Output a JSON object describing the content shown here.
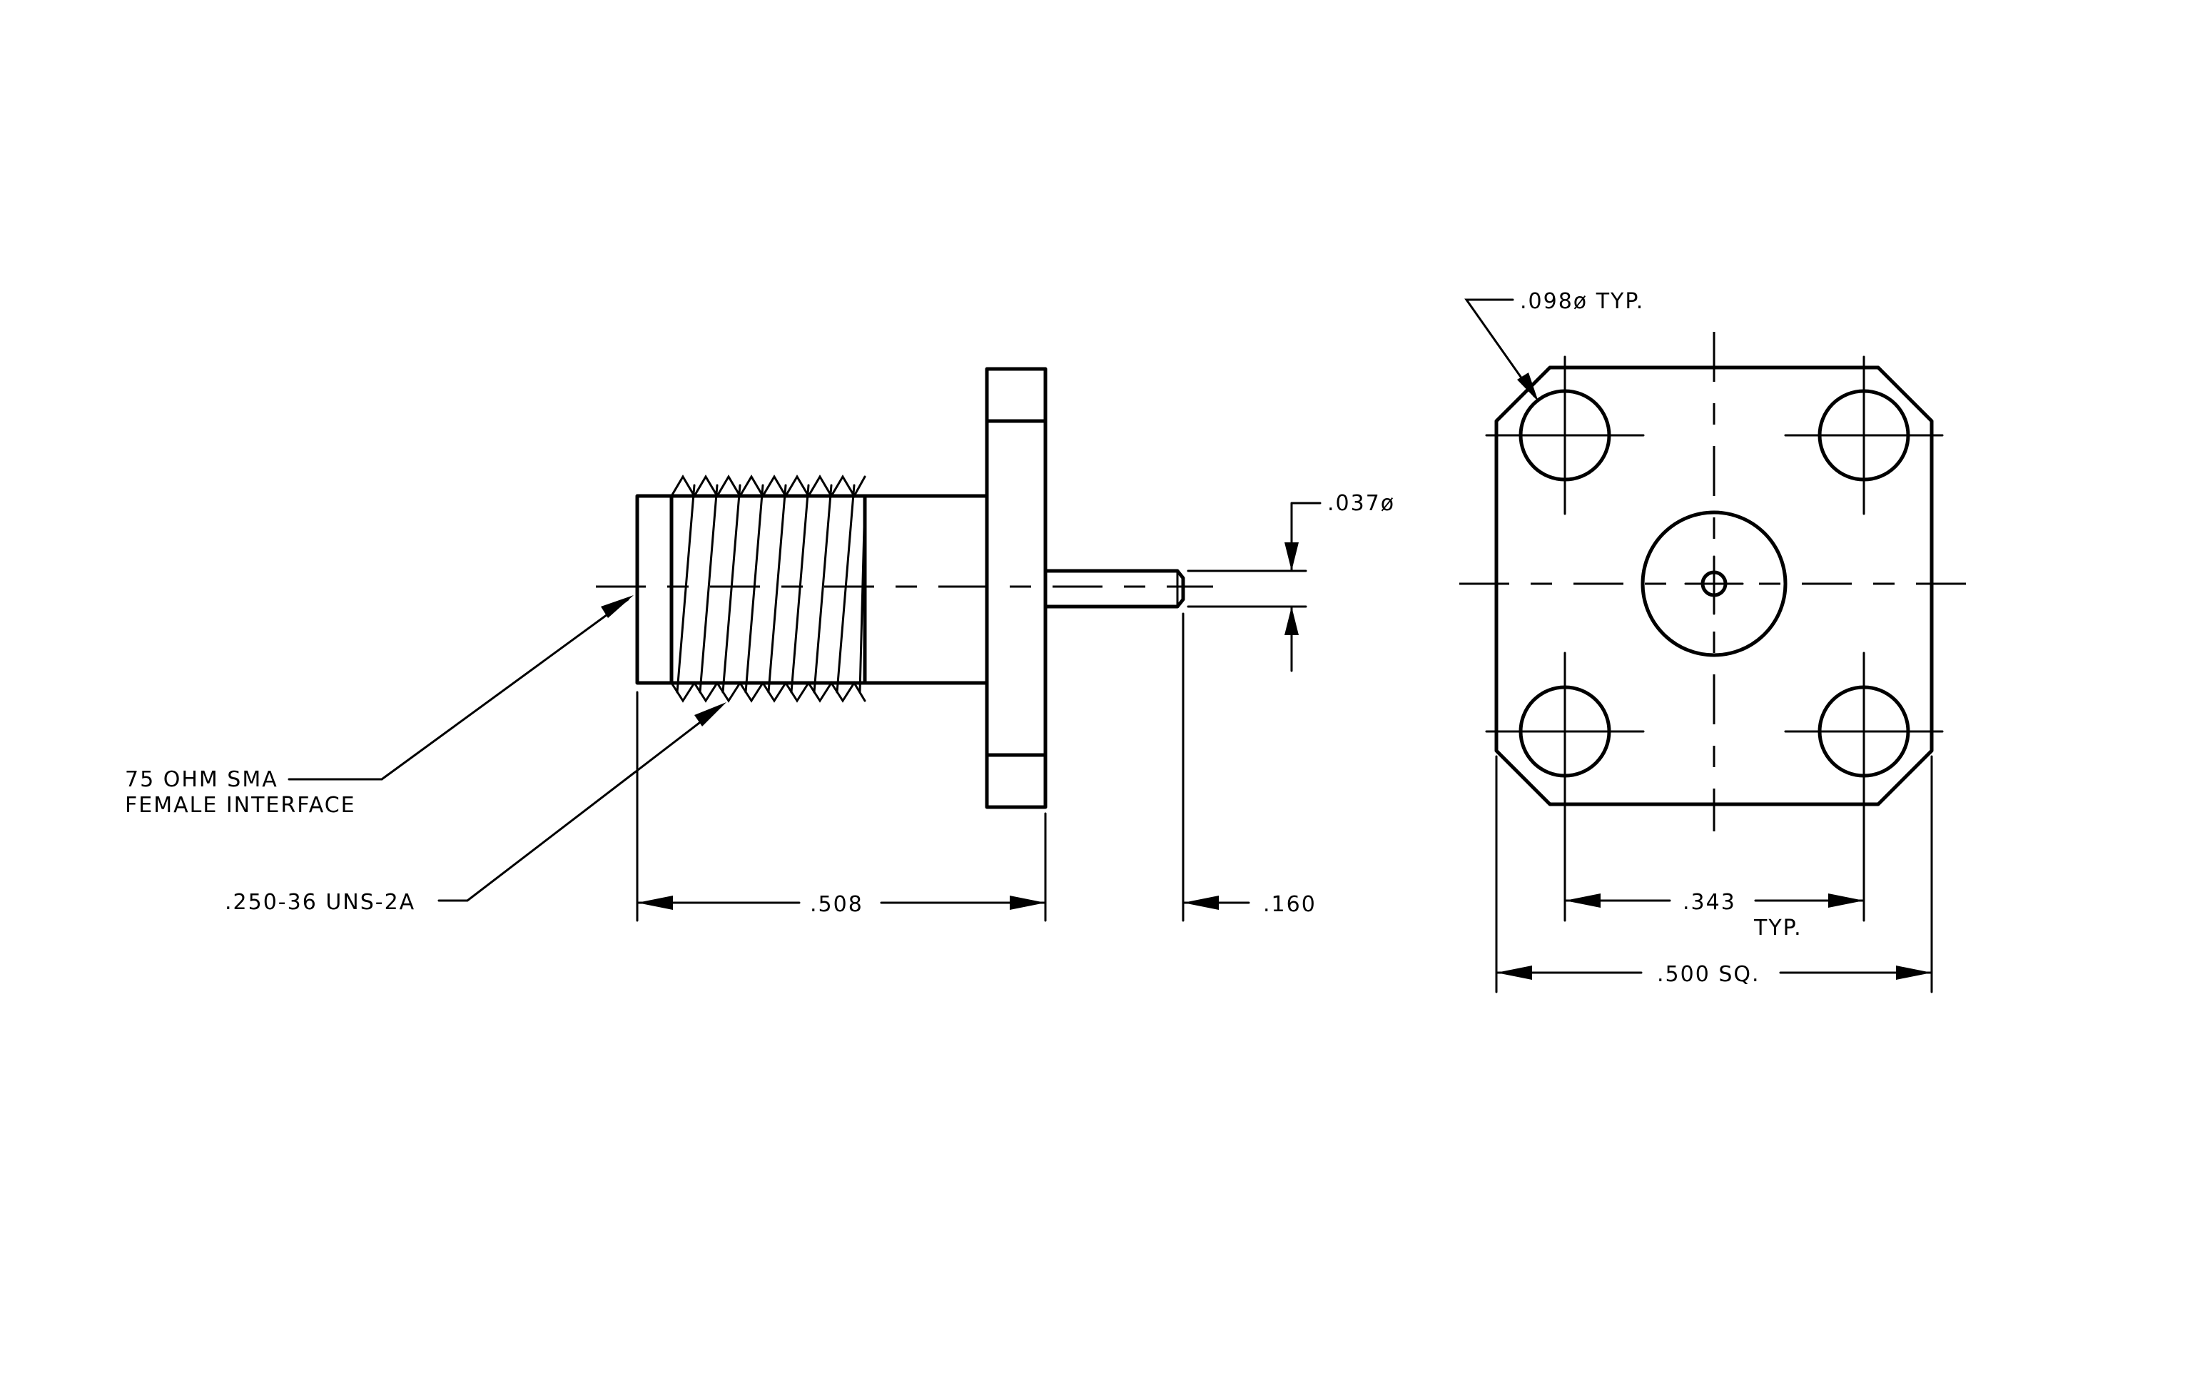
{
  "labels": {
    "interface_line1": "75 OHM SMA",
    "interface_line2": "FEMALE INTERFACE",
    "thread": ".250-36 UNS-2A",
    "length": ".508",
    "pin_length": ".160",
    "pin_diameter": ".037ø",
    "hole_diameter": ".098ø TYP.",
    "hole_spacing": ".343",
    "hole_spacing_note": "TYP.",
    "flange_size": ".500 SQ."
  }
}
